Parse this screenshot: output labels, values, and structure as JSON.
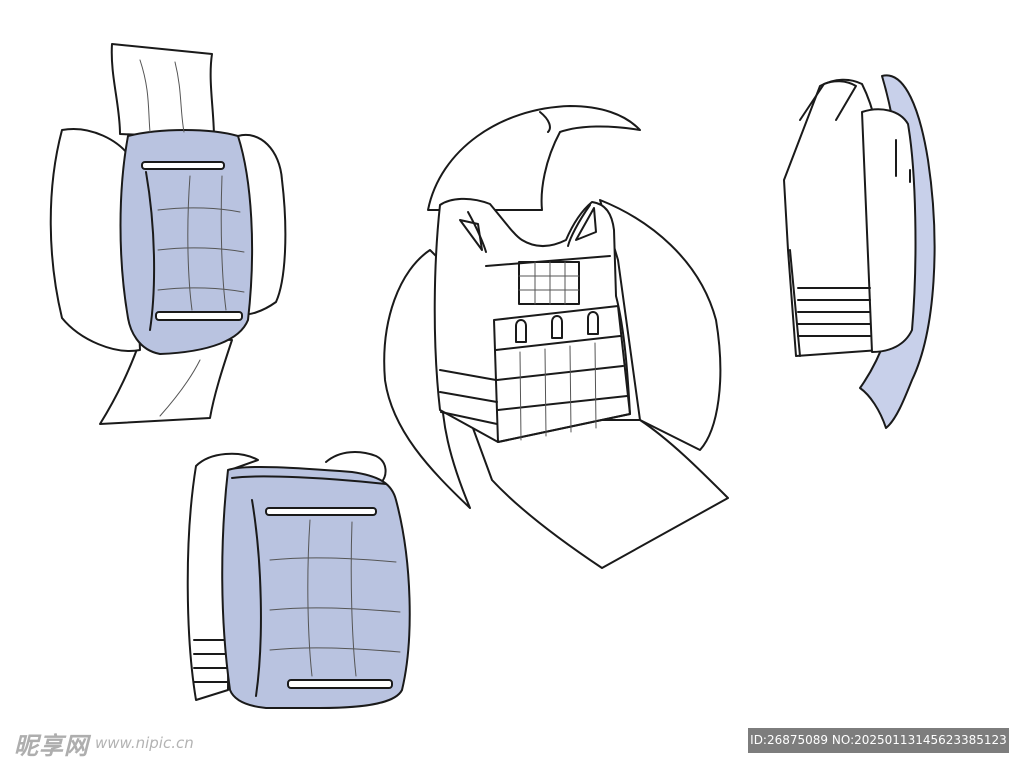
{
  "image": {
    "palette": {
      "background": "#ffffff",
      "line": "#1a1a1a",
      "shade_blue": "#b9c3e0",
      "watermark_gray": "#a0a0a0",
      "id_bar_bg": "#7d7d7d"
    },
    "sketches": [
      {
        "name": "backpack-open-flap",
        "shade": "blue"
      },
      {
        "name": "vest-backpack-unfolded",
        "shade": "none"
      },
      {
        "name": "backpack-side-view",
        "shade": "blue"
      },
      {
        "name": "backpack-closed",
        "shade": "blue"
      }
    ]
  },
  "watermark": {
    "brand": "昵享网",
    "url": "www.nipic.cn"
  },
  "id_bar": {
    "text": "ID:26875089 NO:20250113145623385123"
  }
}
